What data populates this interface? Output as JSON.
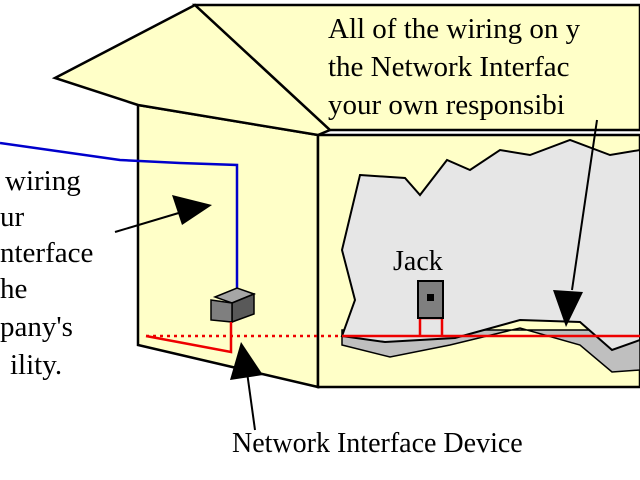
{
  "diagram": {
    "label_left": [
      "wiring",
      "ur",
      "nterface",
      "he",
      "pany's",
      "ility."
    ],
    "label_top_right": [
      "All of the wiring on y",
      "the Network Interfac",
      "your own responsibi"
    ],
    "label_jack": "Jack",
    "label_bottom": "Network Interface Device"
  },
  "colors": {
    "house_fill": "#ffffc8",
    "wall_cut_fill": "#e6e6e6",
    "wall_cut_shadow": "#bfbfbf",
    "phone_line": "#0000cc",
    "inside_wiring": "#ee0000",
    "device_fill": "#7f7f7f",
    "outline": "#000000"
  }
}
